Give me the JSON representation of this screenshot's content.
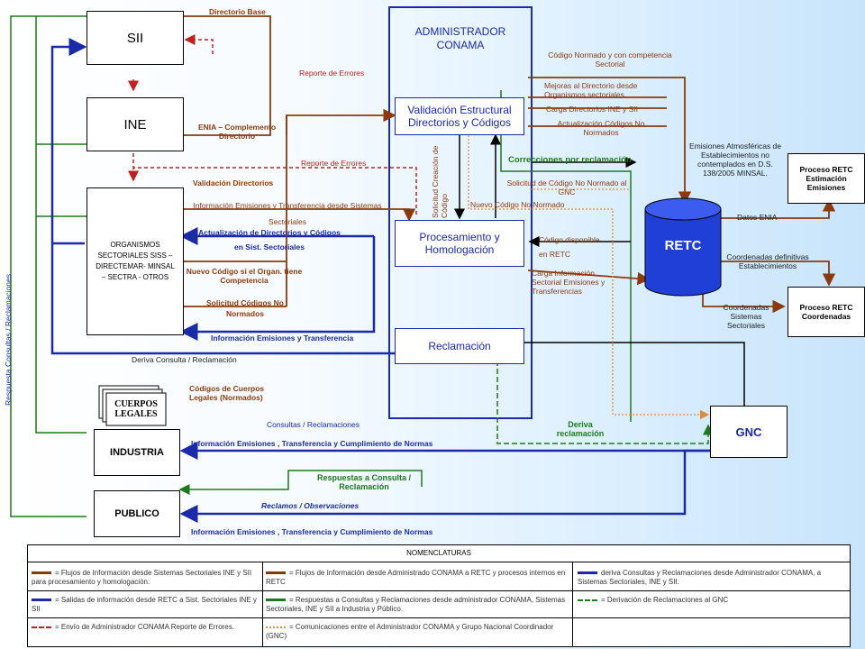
{
  "nodes": {
    "sii": "SII",
    "ine": "INE",
    "organismos": "ORGANISMOS SECTORIALES SISS – DIRECTEMAR- MINSAL – SECTRA - OTROS",
    "cuerpos_legales": "CUERPOS LEGALES",
    "industria": "INDUSTRIA",
    "publico": "PUBLICO",
    "administrador": "ADMINISTRADOR CONAMA",
    "validacion": "Validación Estructural Directorios y Códigos",
    "procesamiento": "Procesamiento y Homologación",
    "reclamacion": "Reclamación",
    "retc": "RETC",
    "gnc": "GNC",
    "proceso_emisiones": "Proceso RETC Estimación Emisiones",
    "proceso_coordenadas": "Proceso RETC Coordenadas"
  },
  "flows": {
    "directorio_base": "Directorio Base",
    "reporte_errores_1": "Reporte de Errores",
    "enia_complemento": "ENIA – Complemento Directorio",
    "reporte_errores_2": "Reporte de Errores",
    "validacion_directorios": "Validación Directorios",
    "info_emisiones_sistemas": "Información Emisiones y Transferencia desde Sistemas Sectoriales",
    "actualizacion_directorios": "Actualización de Directorios y Códigos en Sist. Sectoriales",
    "nuevo_codigo": "Nuevo Código si el Organ. tiene Competencia",
    "solicitud_codigos": "Solicitud Códigos No Normados",
    "info_emisiones_transferencia": "Información Emisiones y Transferencia",
    "deriva_consulta": "Deriva Consulta / Reclamación",
    "codigos_cuerpos": "Códigos de Cuerpos Legales (Normados)",
    "consultas_reclamaciones": "Consultas / Reclamaciones",
    "info_industria": "Información Emisiones , Transferencia y Cumplimiento de Normas",
    "respuestas_consulta": "Respuestas a Consulta / Reclamación",
    "reclamos_observaciones": "Reclamos / Observaciones",
    "info_publico": "Información Emisiones , Transferencia y Cumplimiento de Normas",
    "respuesta_consultas_vertical": "Respuesta Consultas / Reclamaciones",
    "codigo_normado": "Código Normado y con competencia Sectorial",
    "mejoras_directorio": "Mejoras al Directorio desde Organismos sectoriales",
    "carga_directorios": "Carga Directorios INE y SII",
    "actualizacion_codigos": "Actualización Códigos No Normados",
    "solicitud_creacion": "Solicitud Creación de Código",
    "correcciones": "Correcciones por reclamación",
    "solicitud_no_normado": "Solicitud de Código No Normado al GNC",
    "nuevo_codigo_no_normado": "Nuevo Código No Normado",
    "codigo_disponible": "Código disponible en RETC",
    "carga_informacion": "Carga Información Sectorial Emisiones y Transferencias",
    "emisiones_atmosfericas": "Emisiones Atmosféricas de Establecimientos no contemplados en D.S. 138/2005 MINSAL.",
    "datos_enia": "Datos ENIA",
    "coordenadas_definitivas": "Coordenadas definitivas Establecimientos",
    "coordenadas_sistemas": "Coordenadas Sistemas Sectoriales",
    "deriva_reclamacion": "Deriva reclamación"
  },
  "legend": {
    "title": "NOMENCLATURAS",
    "items": [
      {
        "text": "= Flujos de Información desde Sistemas Sectoriales INE y SII para procesamiento y homologación.",
        "color": "#8b3a0e",
        "style": "solid"
      },
      {
        "text": "= Flujos de Información desde Administrado CONAMA a RETC y procesos internos en RETC",
        "color": "#8b3a0e",
        "style": "solid"
      },
      {
        "text": "deriva Consultas y Reclamaciones desde Administrador CONAMA, a Sistemas Sectoriales, INE y SII.",
        "color": "#1a2aa8",
        "style": "solid"
      },
      {
        "text": "= Salidas de información desde RETC a Sist. Sectoriales INE y SII",
        "color": "#1a2aa8",
        "style": "solid"
      },
      {
        "text": "= Respuestas a Consultas y Reclamaciones desde administrador CONAMA, Sistemas Sectoriales, INE y SII a Industria y Público.",
        "color": "#1c7a1c",
        "style": "solid"
      },
      {
        "text": "= Derivación de Reclamaciones al GNC",
        "color": "#1c7a1c",
        "style": "dashed"
      },
      {
        "text": "= Envío de Administrador CONAMA Reporte de Errores.",
        "color": "#c02020",
        "style": "dashed"
      },
      {
        "text": "= Comunicaciones entre el Administrador CONAMA y Grupo Nacional Coordinador (GNC)",
        "color": "#e08a3a",
        "style": "dotted"
      }
    ]
  },
  "colors": {
    "brown": "#8b3a0e",
    "blue": "#1a2aa8",
    "green": "#1c7a1c",
    "red": "#c02020",
    "orange": "#e08a3a",
    "dark_green": "#0b3d0b",
    "black": "#000000"
  }
}
